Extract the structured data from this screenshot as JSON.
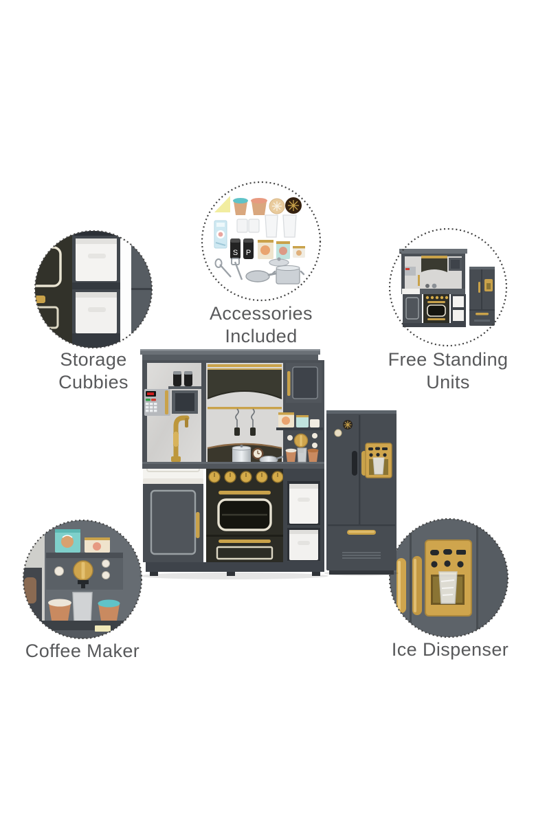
{
  "page": {
    "background": "#ffffff"
  },
  "palette": {
    "label_text": "#58595b",
    "dotted_ring": "#3f3f3f",
    "cabinet_charcoal": "#474c52",
    "cabinet_dark": "#3e434a",
    "oven_black": "#2e2e26",
    "accent_gold": "#c9a24a",
    "marble_backsplash": "#d7d6d4",
    "bin_white": "#f4f3f1"
  },
  "callouts": {
    "storage": {
      "line1": "Storage",
      "line2": "Cubbies"
    },
    "accessories": {
      "line1": "Accessories",
      "line2": "Included"
    },
    "free_standing": {
      "line1": "Free Standing",
      "line2": "Units"
    },
    "coffee_maker": {
      "line1": "Coffee Maker"
    },
    "ice_dispenser": {
      "line1": "Ice Dispenser"
    }
  },
  "accessories_detail": {
    "salt_shaker_letter": "S",
    "pepper_shaker_letter": "P"
  }
}
